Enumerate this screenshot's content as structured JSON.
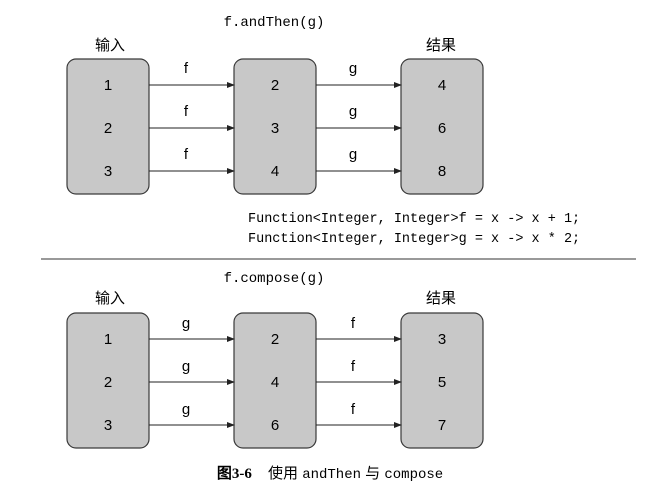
{
  "top": {
    "expression": "f.andThen(g)",
    "input_label": "输入",
    "result_label": "结果",
    "input_values": [
      "1",
      "2",
      "3"
    ],
    "middle_values": [
      "2",
      "3",
      "4"
    ],
    "result_values": [
      "4",
      "6",
      "8"
    ],
    "first_arrow_label": "f",
    "second_arrow_label": "g"
  },
  "code": {
    "line1": "Function<Integer, Integer>f = x -> x + 1;",
    "line2": "Function<Integer, Integer>g = x -> x * 2;"
  },
  "bottom": {
    "expression": "f.compose(g)",
    "input_label": "输入",
    "result_label": "结果",
    "input_values": [
      "1",
      "2",
      "3"
    ],
    "middle_values": [
      "2",
      "4",
      "6"
    ],
    "result_values": [
      "3",
      "5",
      "7"
    ],
    "first_arrow_label": "g",
    "second_arrow_label": "f"
  },
  "caption": {
    "number": "图3-6",
    "text_prefix": "使用",
    "and_then": "andThen",
    "joiner": "与",
    "compose": "compose"
  },
  "colors": {
    "box_fill": "#c8c8c8",
    "box_stroke": "#3a3a3a",
    "line": "#222222"
  }
}
